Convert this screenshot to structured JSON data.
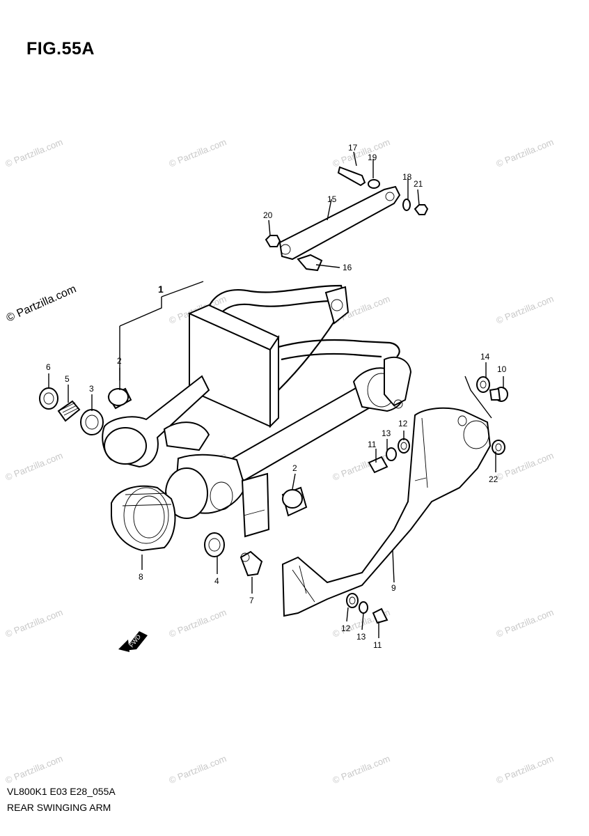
{
  "figure": {
    "title": "FIG.55A",
    "code": "VL800K1 E03 E28_055A",
    "caption": "REAR SWINGING ARM"
  },
  "watermark": {
    "text": "© Partzilla.com",
    "highlight_text": "© Partzilla.com"
  },
  "fwd_label": "FWD",
  "callouts": [
    {
      "id": "c1",
      "label": "1"
    },
    {
      "id": "c2a",
      "label": "2"
    },
    {
      "id": "c2b",
      "label": "2"
    },
    {
      "id": "c3",
      "label": "3"
    },
    {
      "id": "c4",
      "label": "4"
    },
    {
      "id": "c5",
      "label": "5"
    },
    {
      "id": "c6",
      "label": "6"
    },
    {
      "id": "c7",
      "label": "7"
    },
    {
      "id": "c8",
      "label": "8"
    },
    {
      "id": "c9",
      "label": "9"
    },
    {
      "id": "c10",
      "label": "10"
    },
    {
      "id": "c11a",
      "label": "11"
    },
    {
      "id": "c11b",
      "label": "11"
    },
    {
      "id": "c12a",
      "label": "12"
    },
    {
      "id": "c12b",
      "label": "12"
    },
    {
      "id": "c13a",
      "label": "13"
    },
    {
      "id": "c13b",
      "label": "13"
    },
    {
      "id": "c14",
      "label": "14"
    },
    {
      "id": "c15",
      "label": "15"
    },
    {
      "id": "c16",
      "label": "16"
    },
    {
      "id": "c17",
      "label": "17"
    },
    {
      "id": "c18",
      "label": "18"
    },
    {
      "id": "c19",
      "label": "19"
    },
    {
      "id": "c20",
      "label": "20"
    },
    {
      "id": "c21",
      "label": "21"
    },
    {
      "id": "c22",
      "label": "22"
    }
  ]
}
